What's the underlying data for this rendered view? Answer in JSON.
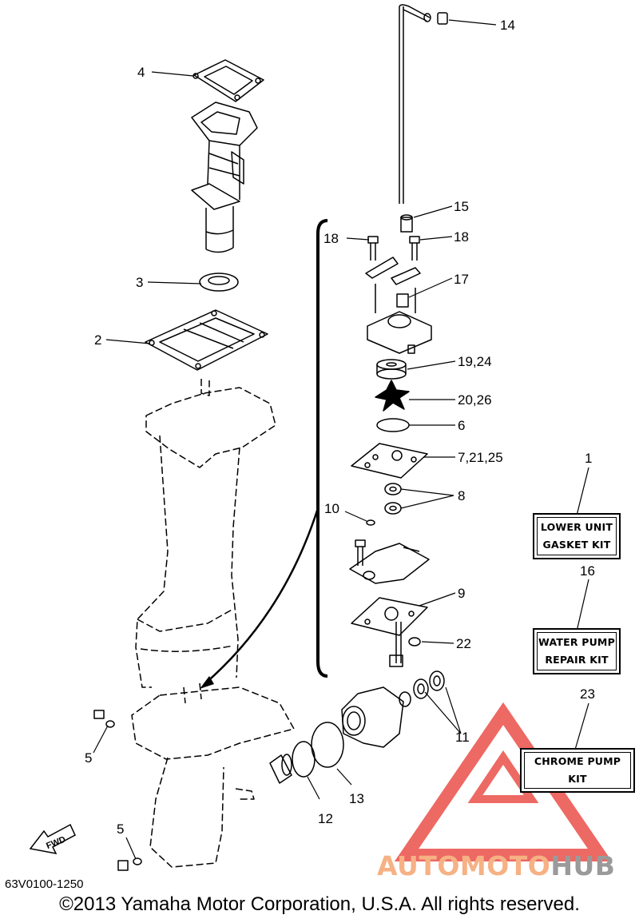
{
  "callouts": {
    "c1": "1",
    "c2": "2",
    "c3": "3",
    "c4": "4",
    "c5a": "5",
    "c5b": "5",
    "c6": "6",
    "c7": "7,21,25",
    "c8": "8",
    "c9": "9",
    "c10": "10",
    "c11": "11",
    "c12": "12",
    "c13": "13",
    "c14": "14",
    "c15": "15",
    "c16": "16",
    "c17": "17",
    "c18a": "18",
    "c18b": "18",
    "c19": "19,24",
    "c20": "20,26",
    "c22": "22",
    "c23": "23"
  },
  "kits": {
    "lower_unit": {
      "line1": "LOWER UNIT",
      "line2": "GASKET KIT"
    },
    "water_pump": {
      "line1": "WATER PUMP",
      "line2": "REPAIR KIT"
    },
    "chrome_pump": {
      "line1": "CHROME PUMP",
      "line2": "KIT"
    }
  },
  "fwd_label": "FWD",
  "part_number": "63V0100-1250",
  "copyright": "©2013 Yamaha Motor Corporation, U.S.A. All rights reserved.",
  "watermark": {
    "part1": "AUTOMOTO",
    "part2": "HUB"
  },
  "colors": {
    "watermark_red": "#e8372f",
    "watermark_orange": "#f6b184",
    "watermark_gray": "#9a9a9a"
  }
}
